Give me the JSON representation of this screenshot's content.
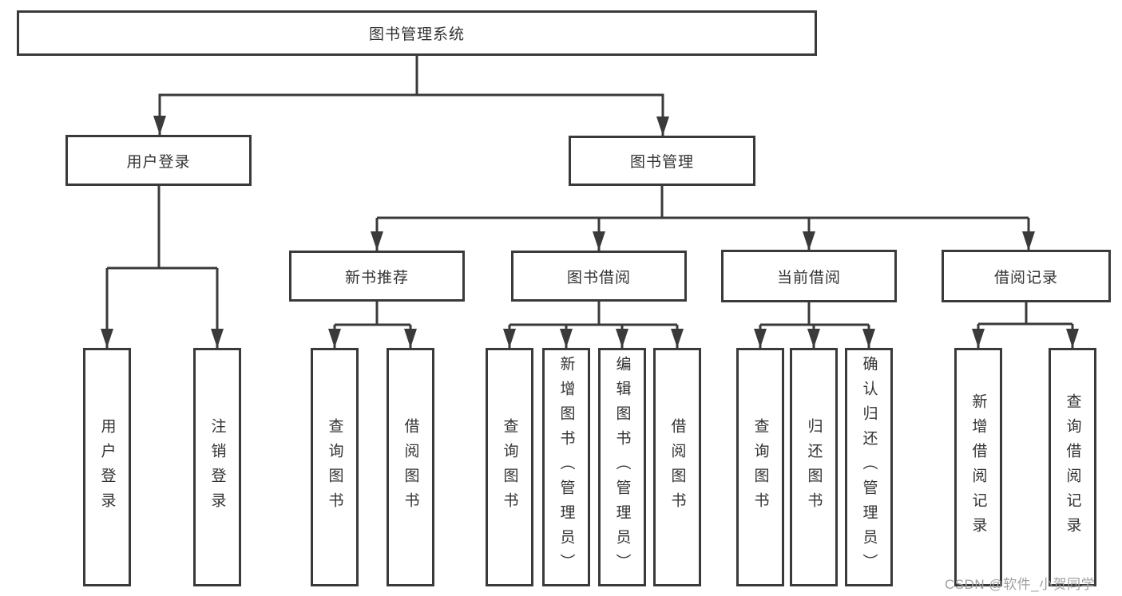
{
  "tree": {
    "root": {
      "label": "图书管理系统",
      "children": [
        {
          "label": "用户登录",
          "children": [
            {
              "label": "用户登录"
            },
            {
              "label": "注销登录"
            }
          ]
        },
        {
          "label": "图书管理",
          "children": [
            {
              "label": "新书推荐",
              "children": [
                {
                  "label": "查询图书"
                },
                {
                  "label": "借阅图书"
                }
              ]
            },
            {
              "label": "图书借阅",
              "children": [
                {
                  "label": "查询图书"
                },
                {
                  "label": "新增图书（管理员）"
                },
                {
                  "label": "编辑图书（管理员）"
                },
                {
                  "label": "借阅图书"
                }
              ]
            },
            {
              "label": "当前借阅",
              "children": [
                {
                  "label": "查询图书"
                },
                {
                  "label": "归还图书"
                },
                {
                  "label": "确认归还（管理员）"
                }
              ]
            },
            {
              "label": "借阅记录",
              "children": [
                {
                  "label": "新增借阅记录"
                },
                {
                  "label": "查询借阅记录"
                }
              ]
            }
          ]
        }
      ]
    }
  },
  "watermark": {
    "text": "CSDN @软件_小贺同学"
  },
  "colors": {
    "line": "#3a3a3a",
    "text": "#333333",
    "watermark": "#a0a0a0",
    "background": "#ffffff"
  }
}
